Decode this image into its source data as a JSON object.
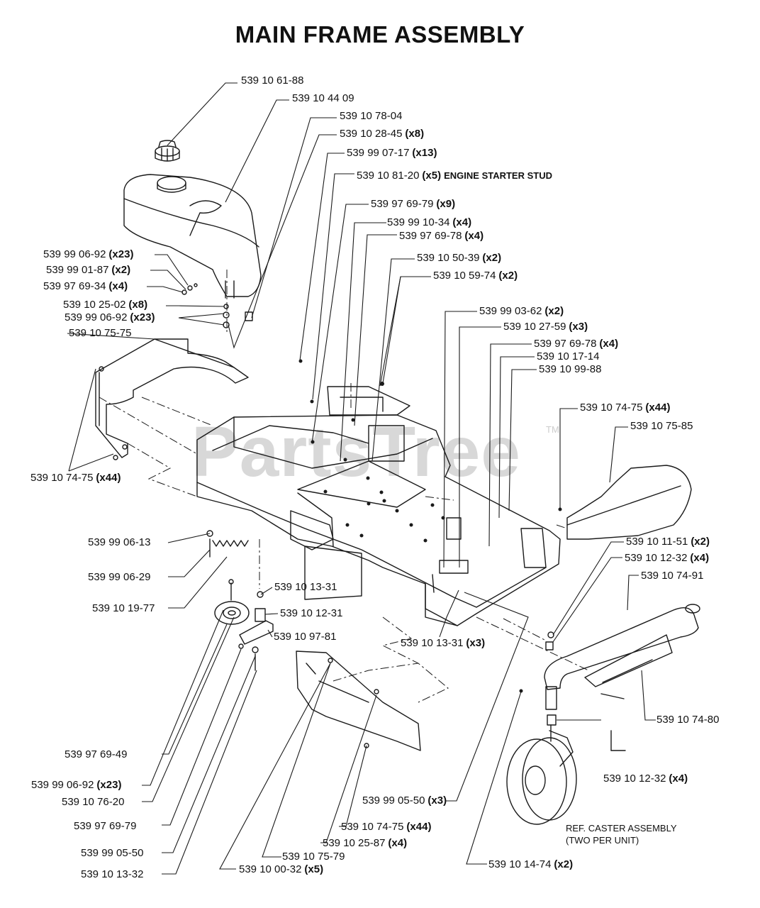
{
  "title": "MAIN FRAME ASSEMBLY",
  "watermark": "PartsTree",
  "trademark": "TM",
  "callouts": [
    {
      "part": "539 10 61-88",
      "qty": ""
    },
    {
      "part": "539 10 44 09",
      "qty": ""
    },
    {
      "part": "539 10 78-04",
      "qty": ""
    },
    {
      "part": "539 10 28-45",
      "qty": "(x8)"
    },
    {
      "part": "539 99 07-17",
      "qty": "(x13)"
    },
    {
      "part": "539 10 81-20",
      "qty": "(x5)",
      "note": "ENGINE STARTER STUD"
    },
    {
      "part": "539 97 69-79",
      "qty": "(x9)"
    },
    {
      "part": "539 99 10-34",
      "qty": "(x4)"
    },
    {
      "part": "539 97 69-78",
      "qty": "(x4)"
    },
    {
      "part": "539 10 50-39",
      "qty": "(x2)"
    },
    {
      "part": "539 10 59-74",
      "qty": "(x2)"
    },
    {
      "part": "539 99 06-92",
      "qty": "(x23)"
    },
    {
      "part": "539 99 01-87",
      "qty": "(x2)"
    },
    {
      "part": "539 97 69-34",
      "qty": "(x4)"
    },
    {
      "part": "539 10 25-02",
      "qty": "(x8)"
    },
    {
      "part": "539 99 06-92",
      "qty": "(x23)"
    },
    {
      "part": "539 10 75-75",
      "qty": ""
    },
    {
      "part": "539 99 03-62",
      "qty": "(x2)"
    },
    {
      "part": "539 10 27-59",
      "qty": "(x3)"
    },
    {
      "part": "539 97 69-78",
      "qty": "(x4)"
    },
    {
      "part": "539 10 17-14",
      "qty": ""
    },
    {
      "part": "539 10 99-88",
      "qty": ""
    },
    {
      "part": "539 10 74-75",
      "qty": "(x44)"
    },
    {
      "part": "539 10 75-85",
      "qty": ""
    },
    {
      "part": "539 10 74-75",
      "qty": "(x44)"
    },
    {
      "part": "539 99 06-13",
      "qty": ""
    },
    {
      "part": "539 99 06-29",
      "qty": ""
    },
    {
      "part": "539 10 19-77",
      "qty": ""
    },
    {
      "part": "539 10 13-31",
      "qty": ""
    },
    {
      "part": "539 10 12-31",
      "qty": ""
    },
    {
      "part": "539 10 97-81",
      "qty": ""
    },
    {
      "part": "539 10 13-31",
      "qty": "(x3)"
    },
    {
      "part": "539 10 11-51",
      "qty": "(x2)"
    },
    {
      "part": "539 10 12-32",
      "qty": "(x4)"
    },
    {
      "part": "539 10 74-91",
      "qty": ""
    },
    {
      "part": "539 10 74-80",
      "qty": ""
    },
    {
      "part": "539 10 12-32",
      "qty": "(x4)"
    },
    {
      "part": "539 97 69-49",
      "qty": ""
    },
    {
      "part": "539 99 06-92",
      "qty": "(x23)"
    },
    {
      "part": "539 10 76-20",
      "qty": ""
    },
    {
      "part": "539 97 69-79",
      "qty": ""
    },
    {
      "part": "539 99 05-50",
      "qty": ""
    },
    {
      "part": "539 10 13-32",
      "qty": ""
    },
    {
      "part": "539 99 05-50",
      "qty": "(x3)"
    },
    {
      "part": "539 10 74-75",
      "qty": "(x44)"
    },
    {
      "part": "539 10 25-87",
      "qty": "(x4)"
    },
    {
      "part": "539 10 75-79",
      "qty": ""
    },
    {
      "part": "539 10 00-32",
      "qty": "(x5)"
    },
    {
      "part": "539 10 14-74",
      "qty": "(x2)"
    }
  ],
  "caster_note": {
    "line1": "REF. CASTER ASSEMBLY",
    "line2": "(TWO PER UNIT)"
  }
}
